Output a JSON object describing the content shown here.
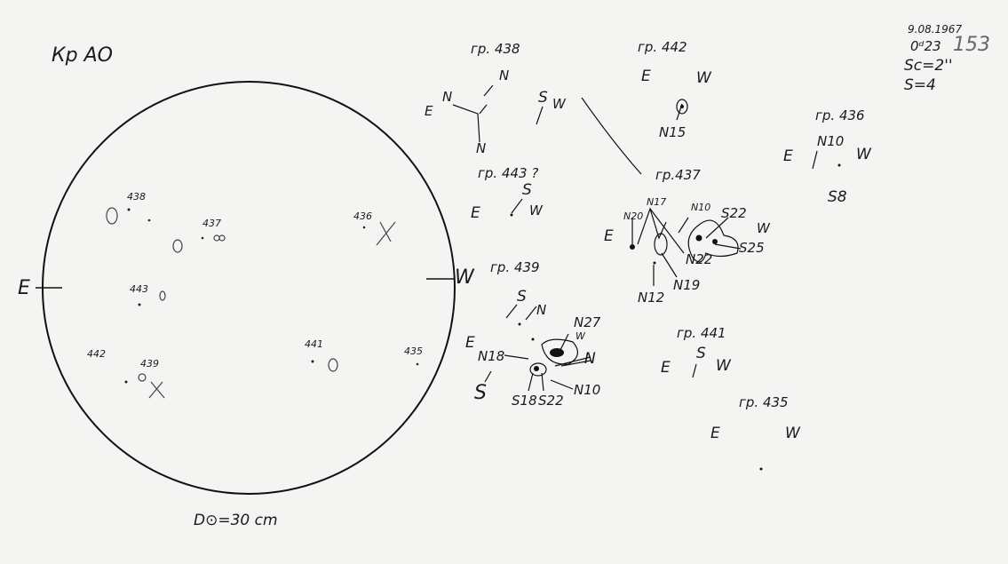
{
  "header": {
    "title": "Кр АО",
    "date": "9.08.1967",
    "time": "0ᵈ23",
    "pencil_number": "153",
    "scale": "Sc=2''",
    "s_value": "S=4"
  },
  "footer": {
    "diameter": "D⊙=30 cm"
  },
  "disk": {
    "east": "E",
    "west": "W",
    "groups": [
      "438",
      "437",
      "436",
      "443",
      "441",
      "442",
      "439",
      "435"
    ]
  },
  "panels": {
    "g438": {
      "title": "гр. 438",
      "labels": [
        "E",
        "N",
        "N",
        "N",
        "S",
        "W"
      ]
    },
    "g442": {
      "title": "гр. 442",
      "labels": [
        "E",
        "W",
        "N15"
      ]
    },
    "g436": {
      "title": "гр. 436",
      "labels": [
        "N10",
        "E",
        "W",
        "S8"
      ]
    },
    "g443": {
      "title": "гр. 443 ?",
      "labels": [
        "S",
        "E",
        "W"
      ]
    },
    "g437": {
      "title": "гр.437",
      "labels": [
        "N17",
        "N20",
        "N10",
        "S22",
        "E",
        "W",
        "N22",
        "S25",
        "N19",
        "N12"
      ]
    },
    "g439": {
      "title": "гр. 439",
      "labels": [
        "S",
        "N",
        "N27",
        "W",
        "E",
        "N18",
        "N",
        "S",
        "S18",
        "S22",
        "N10"
      ]
    },
    "g441": {
      "title": "гр. 441",
      "labels": [
        "S",
        "E",
        "W"
      ]
    },
    "g435": {
      "title": "гр. 435",
      "labels": [
        "E",
        "W"
      ]
    }
  },
  "colors": {
    "paper": "#f4f4f2",
    "ink": "#1a1a1a"
  }
}
